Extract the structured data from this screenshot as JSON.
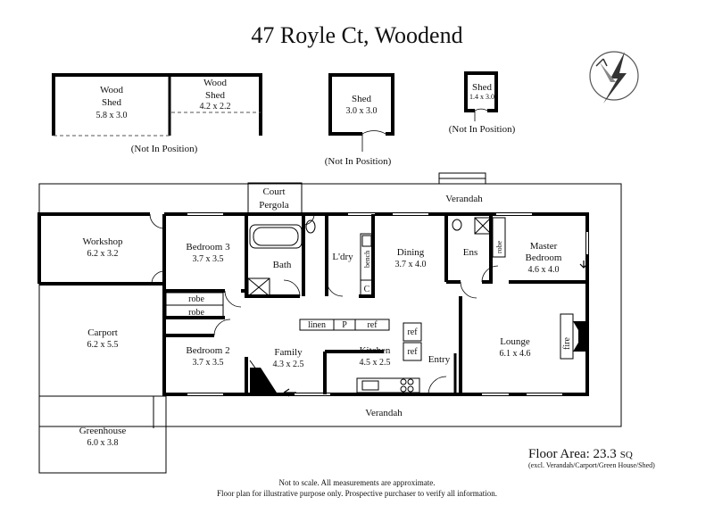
{
  "title": "47 Royle Ct, Woodend",
  "outbuildings": {
    "wood_shed_1": {
      "name_line1": "Wood",
      "name_line2": "Shed",
      "size": "5.8 x 3.0"
    },
    "wood_shed_2": {
      "name_line1": "Wood",
      "name_line2": "Shed",
      "size": "4.2 x 2.2"
    },
    "wood_shed_note": "(Not In Position)",
    "shed_1": {
      "name": "Shed",
      "size": "3.0 x 3.0",
      "note": "(Not In Position)"
    },
    "shed_2": {
      "name": "Shed",
      "size": "1.4 x 3.0",
      "note": "(Not In Position)"
    }
  },
  "rooms": {
    "court_pergola": {
      "line1": "Court",
      "line2": "Pergola"
    },
    "verandah_top": "Verandah",
    "verandah_bottom": "Verandah",
    "workshop": {
      "name": "Workshop",
      "size": "6.2 x 3.2"
    },
    "carport": {
      "name": "Carport",
      "size": "6.2 x 5.5"
    },
    "greenhouse": {
      "name": "Greenhouse",
      "size": "6.0 x 3.8"
    },
    "bedroom3": {
      "name": "Bedroom 3",
      "size": "3.7 x 3.5"
    },
    "bedroom2": {
      "name": "Bedroom 2",
      "size": "3.7 x  3.5"
    },
    "bath": "Bath",
    "laundry": "L'dry",
    "dining": {
      "name": "Dining",
      "size": "3.7 x 4.0"
    },
    "ens": "Ens",
    "master": {
      "line1": "Master",
      "line2": "Bedroom",
      "size": "4.6 x 4.0"
    },
    "family": {
      "name": "Family",
      "size": "4.3 x 2.5"
    },
    "kitchen": {
      "name": "Kitchen",
      "size": "4.5 x 2.5"
    },
    "entry": "Entry",
    "lounge": {
      "name": "Lounge",
      "size": "6.1 x 4.6"
    }
  },
  "fixtures": {
    "robe": "robe",
    "robe2": "robe",
    "robe_master": "robe",
    "linen": "linen",
    "pantry": "P",
    "ref": "ref",
    "ref_kitchen1": "ref",
    "ref_kitchen2": "ref",
    "bench": "bench",
    "c": "C",
    "fire": "fire"
  },
  "floor_area": {
    "label": "Floor Area: 23.3",
    "unit": "SQ",
    "excl": "(excl. Verandah/Carport/Green House/Shed)"
  },
  "disclaimer": {
    "line1": "Not to scale. All measurements are approximate.",
    "line2": "Floor plan for illustrative purpose only. Prospective purchaser to verify all information."
  },
  "compass": {
    "icon": "north-arrow-icon"
  }
}
